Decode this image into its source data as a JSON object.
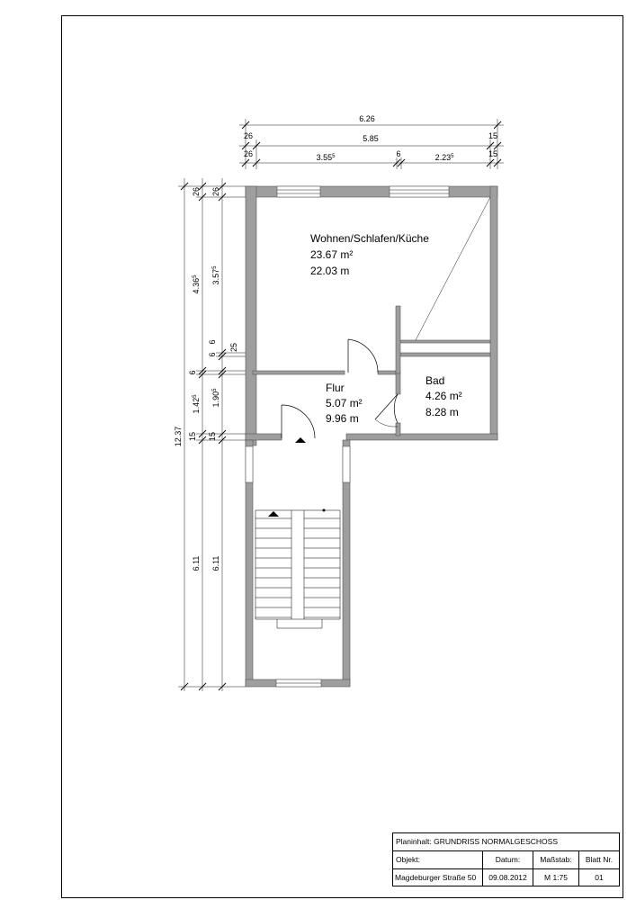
{
  "rooms": {
    "living": {
      "name": "Wohnen/Schlafen/Küche",
      "area": "23.67 m²",
      "perimeter": "22.03 m"
    },
    "hall": {
      "name": "Flur",
      "area": "5.07 m²",
      "perimeter": "9.96 m"
    },
    "bath": {
      "name": "Bad",
      "area": "4.26 m²",
      "perimeter": "8.28 m"
    }
  },
  "dimensions_top": {
    "row1": [
      "6.26"
    ],
    "row2": [
      "26",
      "5.85",
      "15"
    ],
    "row3": [
      {
        "main": "26",
        "sup": ""
      },
      {
        "main": "3.55",
        "sup": "5"
      },
      {
        "main": "6",
        "sup": ""
      },
      {
        "main": "2.23",
        "sup": "5"
      },
      {
        "main": "15",
        "sup": ""
      }
    ]
  },
  "dimensions_left": {
    "chain1": [
      {
        "main": "12.37",
        "sup": ""
      }
    ],
    "chain2": [
      {
        "main": "26",
        "sup": ""
      },
      {
        "main": "4.36",
        "sup": "5"
      },
      {
        "main": "6",
        "sup": ""
      },
      {
        "main": "1.42",
        "sup": "5"
      },
      {
        "main": "15",
        "sup": ""
      },
      {
        "main": "6.11",
        "sup": ""
      }
    ],
    "chain3": [
      {
        "main": "26",
        "sup": ""
      },
      {
        "main": "3.57",
        "sup": "5"
      },
      {
        "main": "6",
        "sup": ""
      },
      {
        "main": "6",
        "sup": ""
      },
      {
        "main": "1.90",
        "sup": "5"
      },
      {
        "main": "15",
        "sup": ""
      },
      {
        "main": "6.11",
        "sup": ""
      }
    ],
    "side_label": "25"
  },
  "titleblock": {
    "plan_content_label": "Planinhalt:",
    "plan_content_value": "GRUNDRISS NORMALGESCHOSS",
    "object_label": "Objekt:",
    "date_label": "Datum:",
    "scale_label": "Maßstab:",
    "sheet_label": "Blatt Nr.",
    "object_value": "Magdeburger Straße 50",
    "date_value": "09.08.2012",
    "scale_value": "M 1:75",
    "sheet_value": "01"
  }
}
